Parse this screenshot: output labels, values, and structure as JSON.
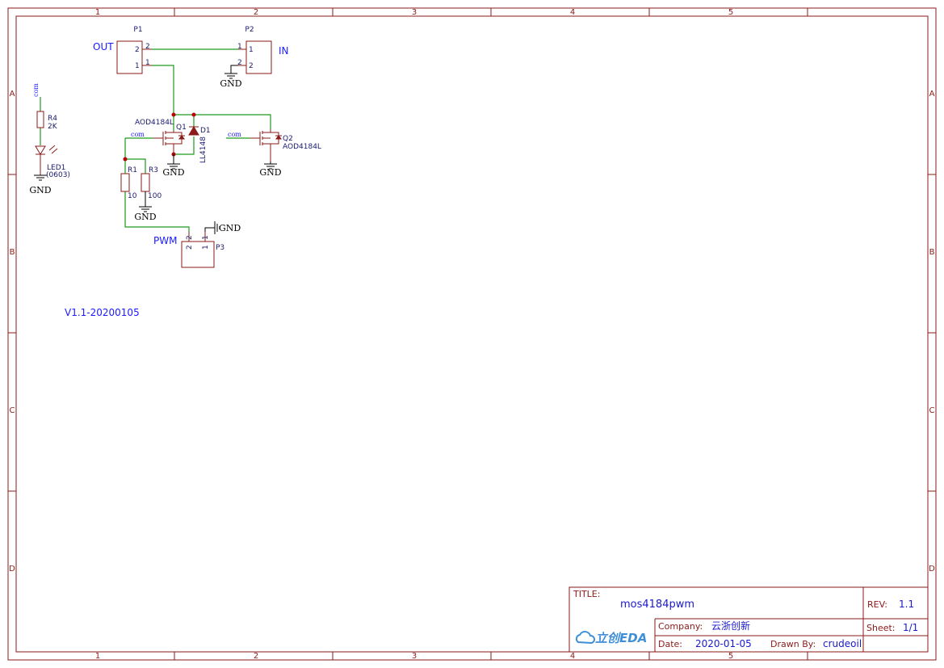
{
  "frame": {
    "columns": [
      "1",
      "2",
      "3",
      "4",
      "5"
    ],
    "rows": [
      "A",
      "B",
      "C",
      "D"
    ]
  },
  "colors": {
    "frame": "#8b1a1a",
    "wire": "#1f9a1f",
    "net_label": "#1a1aff",
    "junction": "#c00000"
  },
  "components": {
    "p1": {
      "ref": "P1",
      "net_label": "OUT",
      "pins": [
        "2",
        "1"
      ]
    },
    "p2": {
      "ref": "P2",
      "net_label": "IN",
      "pins": [
        "1",
        "2"
      ],
      "left_pins": [
        "1",
        "2"
      ]
    },
    "p3": {
      "ref": "P3",
      "net_label": "PWM",
      "pins": [
        "2",
        "1"
      ]
    },
    "q1": {
      "ref": "Q1",
      "value": "AOD4184L"
    },
    "q2": {
      "ref": "Q2",
      "value": "AOD4184L"
    },
    "d1": {
      "ref": "D1",
      "value": "LL4148"
    },
    "r1": {
      "ref": "R1",
      "value": "10"
    },
    "r3": {
      "ref": "R3",
      "value": "100"
    },
    "r4": {
      "ref": "R4",
      "value": "2K"
    },
    "led1": {
      "ref": "LED1",
      "value": "(0603)"
    }
  },
  "nets": {
    "gnd": "GND",
    "com": "com"
  },
  "version_note": "V1.1-20200105",
  "title_block": {
    "title_label": "TITLE:",
    "title": "mos4184pwm",
    "rev_label": "REV:",
    "rev": "1.1",
    "company_label": "Company:",
    "company": "云浙创新",
    "sheet_label": "Sheet:",
    "sheet": "1/1",
    "date_label": "Date:",
    "date": "2020-01-05",
    "drawn_by_label": "Drawn By:",
    "drawn_by": "crudeoil",
    "logo_text": "立创EDA",
    "logo_icon": "cloud-icon"
  }
}
